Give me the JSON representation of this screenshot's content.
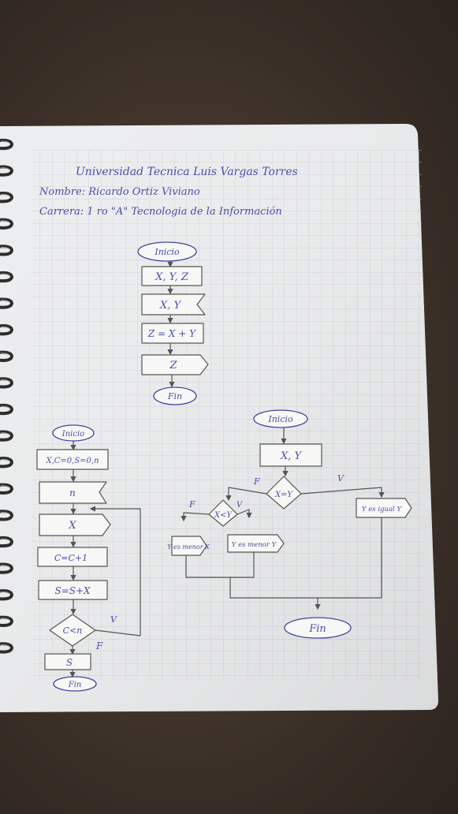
{
  "header": {
    "line1": "Universidad Tecnica Luis Vargas Torres",
    "line2": "Nombre: Ricardo Ortiz Viviano",
    "line3": "Carrera: 1 ro \"A\" Tecnologia de la Información"
  },
  "flow1": {
    "start": "Inicio",
    "declare": "X, Y, Z",
    "input": "X, Y",
    "process": "Z = X + Y",
    "output": "Z",
    "end": "Fin"
  },
  "flow2": {
    "start": "Inicio",
    "init": "X,C=0,S=0,n",
    "input_n": "n",
    "input_x": "X",
    "counter": "C=C+1",
    "sum": "S=S+X",
    "condition": "C<n",
    "true_label": "V",
    "false_label": "F",
    "output": "S",
    "end": "Fin"
  },
  "flow3": {
    "start": "Inicio",
    "input": "X, Y",
    "condition1": "X=Y",
    "cond1_false": "F",
    "cond1_true": "V",
    "condition2": "X<Y",
    "cond2_false": "F",
    "cond2_true": "V",
    "out_left": "Y es menor X",
    "out_mid": "Y es menor Y",
    "out_right": "Y es igual Y",
    "end": "Fin"
  }
}
